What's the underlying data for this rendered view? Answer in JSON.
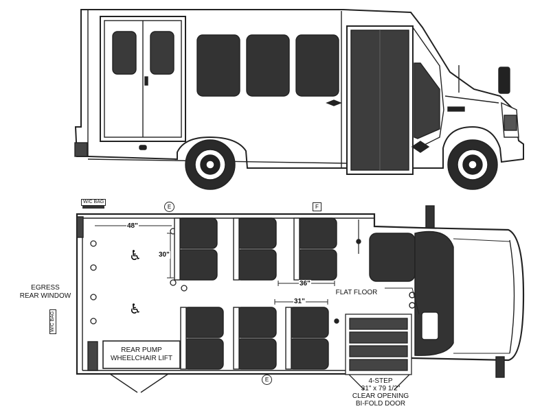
{
  "labels": {
    "egress_line1": "EGRESS",
    "egress_line2": "REAR WINDOW",
    "lift_line1": "REAR PUMP",
    "lift_line2": "WHEELCHAIR LIFT",
    "flat_floor": "FLAT FLOOR",
    "door_line1": "4-STEP",
    "door_line2": "31\" x 79 1/2\"",
    "door_line3": "CLEAR OPENING",
    "door_line4": "BI-FOLD DOOR",
    "wc_bag_top": "W/C BAG",
    "wc_bag_side": "W/C BAG"
  },
  "dimensions": {
    "width_48": "48\"",
    "height_30": "30\"",
    "width_36": "36\"",
    "width_31": "31\""
  },
  "markers": {
    "e_top": "E",
    "f_top": "F",
    "e_bottom": "E"
  },
  "icons": {
    "wheelchair": "wheelchair-icon"
  }
}
